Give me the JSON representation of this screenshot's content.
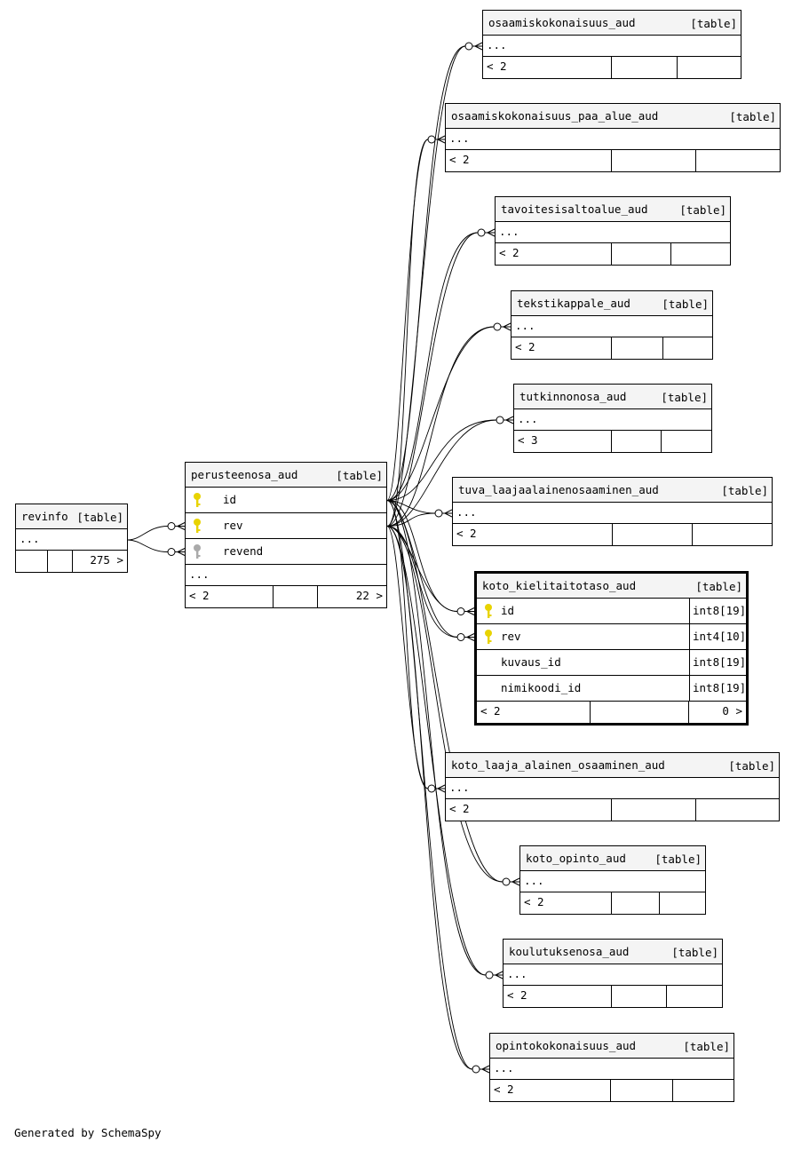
{
  "colors": {
    "primary_key": "#e8d300",
    "implied_key": "#aaaaaa",
    "header_bg": "#f4f4f4"
  },
  "tables": [
    {
      "id": "revinfo",
      "name": "revinfo",
      "type": "[table]",
      "columns": [],
      "ellipsis": "...",
      "footer": [
        "",
        "",
        "275 >"
      ]
    },
    {
      "id": "perusteenosa_aud",
      "name": "perusteenosa_aud",
      "type": "[table]",
      "columns": [
        {
          "name": "id",
          "key": "primary-key-icon",
          "type": ""
        },
        {
          "name": "rev",
          "key": "primary-key-icon",
          "type": ""
        },
        {
          "name": "revend",
          "key": "implied-key-icon",
          "type": ""
        }
      ],
      "ellipsis": "...",
      "footer": [
        "< 2",
        "",
        "22 >"
      ]
    },
    {
      "id": "osaamiskokonaisuus_aud",
      "name": "osaamiskokonaisuus_aud",
      "type": "[table]",
      "columns": [],
      "ellipsis": "...",
      "footer": [
        "< 2",
        "",
        ""
      ]
    },
    {
      "id": "osaamiskokonaisuus_paa_alue_aud",
      "name": "osaamiskokonaisuus_paa_alue_aud",
      "type": "[table]",
      "columns": [],
      "ellipsis": "...",
      "footer": [
        "< 2",
        "",
        ""
      ]
    },
    {
      "id": "tavoitesisaltoalue_aud",
      "name": "tavoitesisaltoalue_aud",
      "type": "[table]",
      "columns": [],
      "ellipsis": "...",
      "footer": [
        "< 2",
        "",
        ""
      ]
    },
    {
      "id": "tekstikappale_aud",
      "name": "tekstikappale_aud",
      "type": "[table]",
      "columns": [],
      "ellipsis": "...",
      "footer": [
        "< 2",
        "",
        ""
      ]
    },
    {
      "id": "tutkinnonosa_aud",
      "name": "tutkinnonosa_aud",
      "type": "[table]",
      "columns": [],
      "ellipsis": "...",
      "footer": [
        "< 3",
        "",
        ""
      ]
    },
    {
      "id": "tuva_laajaalainenosaaminen_aud",
      "name": "tuva_laajaalainenosaaminen_aud",
      "type": "[table]",
      "columns": [],
      "ellipsis": "...",
      "footer": [
        "< 2",
        "",
        ""
      ]
    },
    {
      "id": "koto_kielitaitotaso_aud",
      "name": "koto_kielitaitotaso_aud",
      "type": "[table]",
      "columns": [
        {
          "name": "id",
          "key": "primary-key-icon",
          "type": "int8[19]"
        },
        {
          "name": "rev",
          "key": "primary-key-icon",
          "type": "int4[10]"
        },
        {
          "name": "kuvaus_id",
          "key": "",
          "type": "int8[19]"
        },
        {
          "name": "nimikoodi_id",
          "key": "",
          "type": "int8[19]"
        }
      ],
      "ellipsis": "",
      "footer": [
        "< 2",
        "",
        "0 >"
      ]
    },
    {
      "id": "koto_laaja_alainen_osaaminen_aud",
      "name": "koto_laaja_alainen_osaaminen_aud",
      "type": "[table]",
      "columns": [],
      "ellipsis": "...",
      "footer": [
        "< 2",
        "",
        ""
      ]
    },
    {
      "id": "koto_opinto_aud",
      "name": "koto_opinto_aud",
      "type": "[table]",
      "columns": [],
      "ellipsis": "...",
      "footer": [
        "< 2",
        "",
        ""
      ]
    },
    {
      "id": "koulutuksenosa_aud",
      "name": "koulutuksenosa_aud",
      "type": "[table]",
      "columns": [],
      "ellipsis": "...",
      "footer": [
        "< 2",
        "",
        ""
      ]
    },
    {
      "id": "opintokokonaisuus_aud",
      "name": "opintokokonaisuus_aud",
      "type": "[table]",
      "columns": [],
      "ellipsis": "...",
      "footer": [
        "< 2",
        "",
        ""
      ]
    }
  ],
  "relationships": [
    {
      "from": "revinfo",
      "to": "perusteenosa_aud",
      "to_column": "rev"
    },
    {
      "from": "revinfo",
      "to": "perusteenosa_aud",
      "to_column": "revend"
    },
    {
      "from": "perusteenosa_aud",
      "to": "osaamiskokonaisuus_aud"
    },
    {
      "from": "perusteenosa_aud",
      "to": "osaamiskokonaisuus_paa_alue_aud"
    },
    {
      "from": "perusteenosa_aud",
      "to": "tavoitesisaltoalue_aud"
    },
    {
      "from": "perusteenosa_aud",
      "to": "tekstikappale_aud"
    },
    {
      "from": "perusteenosa_aud",
      "to": "tutkinnonosa_aud"
    },
    {
      "from": "perusteenosa_aud",
      "to": "tuva_laajaalainenosaaminen_aud"
    },
    {
      "from": "perusteenosa_aud",
      "to": "koto_kielitaitotaso_aud",
      "to_column": "id"
    },
    {
      "from": "perusteenosa_aud",
      "to": "koto_kielitaitotaso_aud",
      "to_column": "rev"
    },
    {
      "from": "perusteenosa_aud",
      "to": "koto_laaja_alainen_osaaminen_aud"
    },
    {
      "from": "perusteenosa_aud",
      "to": "koto_opinto_aud"
    },
    {
      "from": "perusteenosa_aud",
      "to": "koulutuksenosa_aud"
    },
    {
      "from": "perusteenosa_aud",
      "to": "opintokokonaisuus_aud"
    }
  ],
  "footer_note": "Generated by SchemaSpy"
}
